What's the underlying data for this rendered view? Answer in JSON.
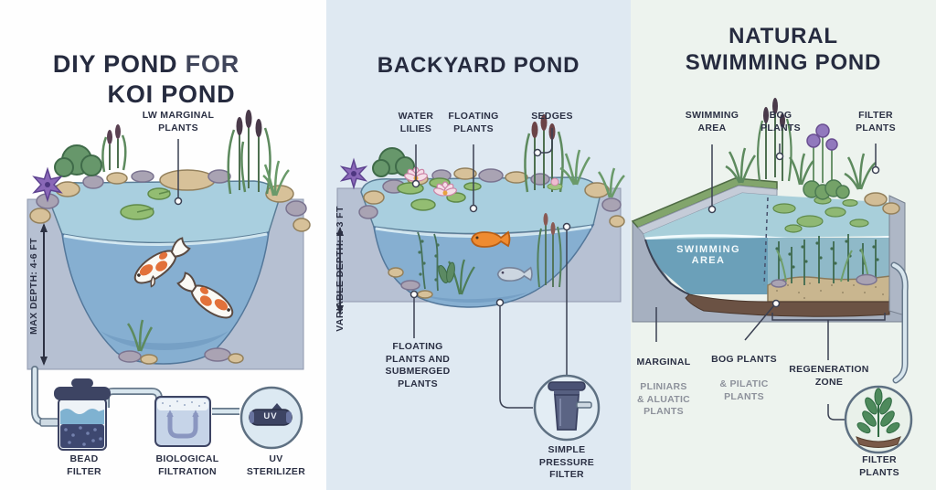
{
  "koi": {
    "title_bold": "DIY POND",
    "title_light": " FOR",
    "title_line2": "KOI POND",
    "marginal_label": "LW MARGINAL\nPLANTS",
    "depth_label": "MAX DEPTH: 4-6 FT",
    "bead_filter": "BEAD\nFILTER",
    "bio_filtration": "BIOLOGICAL\nFILTRATION",
    "uv_sterilizer": "UV\nSTERILIZER",
    "uv_badge": "UV"
  },
  "backyard": {
    "title": "BACKYARD POND",
    "water_lilies": "WATER\nLILIES",
    "floating_plants": "FLOATING\nPLANTS",
    "sedges": "SEDGES",
    "depth_label": "VARIABLE DEPTH: 1-3 FT",
    "floating_submerged": "FLOATING\nPLANTS AND\nSUBMERGED\nPLANTS",
    "pressure_filter": "SIMPLE\nPRESSURE\nFILTER"
  },
  "natural": {
    "title": "NATURAL\nSWIMMING POND",
    "swimming_area_label": "SWIMMING\nAREA",
    "bog_plants_label": "BOG\nPLANTS",
    "filter_plants_label": "FILTER\nPLANTS",
    "swimming_area_water": "SWIMMING\nAREA",
    "marginal_bold": "MARGINAL",
    "marginal_rest": "PLINIARS\n& ALUATIC\nPLANTS",
    "bog_bold": "BOG PLANTS",
    "bog_rest": "& PILATIC\nPLANTS",
    "regeneration": "REGENERATION\nZONE",
    "filter_plants_bottom": "FILTER\nPLANTS"
  },
  "colors": {
    "ink": "#262b3f",
    "muted_text": "#8d919b",
    "panel_mid_bg": "#dfe9f2",
    "panel_right_bg": "#edf3ee",
    "water_surface": "#a9cfdf",
    "water_deep": "#86afd1",
    "ground": "#b6c0d2",
    "koi_orange": "#e2713a",
    "equipment_navy": "#3d4463",
    "plant_green": "#5d8a5e"
  }
}
